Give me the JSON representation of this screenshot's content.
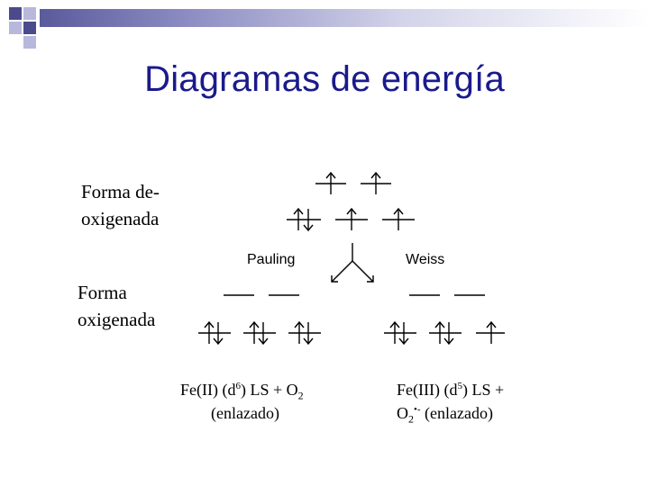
{
  "title": "Diagramas de energía",
  "labels": {
    "deoxy_line1": "Forma de-",
    "deoxy_line2": "oxigenada",
    "oxy_line1": "Forma",
    "oxy_line2": "oxigenada"
  },
  "diagram": {
    "pauling": "Pauling",
    "weiss": "Weiss"
  },
  "captions": {
    "left": {
      "a": "Fe(II) (d",
      "sup": "6",
      "b": ") LS + O",
      "sub": "2",
      "line2": "(enlazado)"
    },
    "right": {
      "a": "Fe(III) (d",
      "sup": "5",
      "b": ") LS +",
      "c": "O",
      "sub": "2",
      "supb": "•-",
      "line2": " (enlazado)"
    }
  },
  "colors": {
    "title": "#1a1a8c",
    "bar_start": "#5a5a9c",
    "square_dark": "#4a4a8c",
    "square_light": "#b8b8dc"
  }
}
